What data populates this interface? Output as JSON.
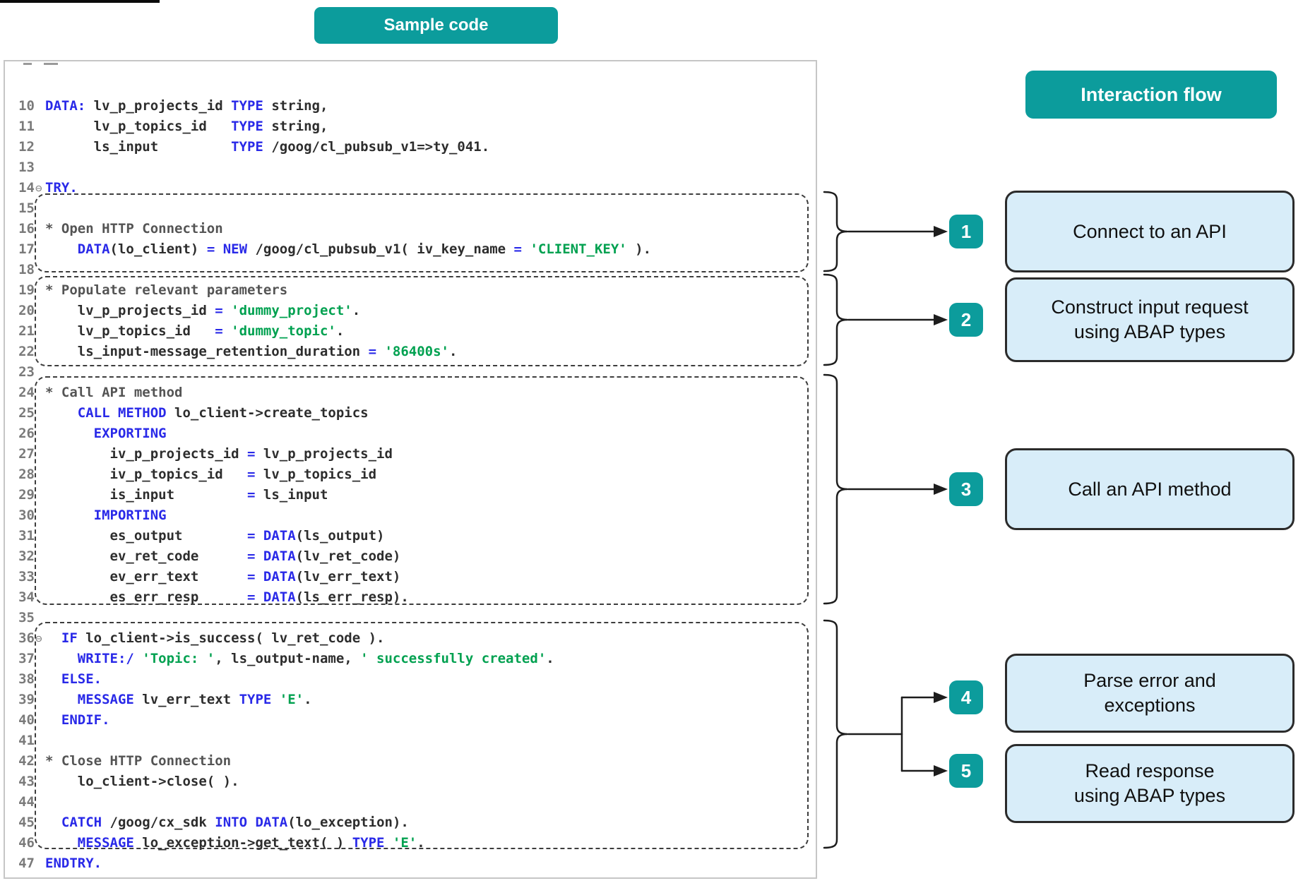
{
  "header": {
    "sample_code_label": "Sample code",
    "interaction_flow_label": "Interaction flow"
  },
  "colors": {
    "teal": "#0c9c9c",
    "flow_box_bg": "#d8edf9",
    "keyword": "#2929e8",
    "string": "#00a150",
    "comment": "#545454",
    "code": "#2d2d2d",
    "line_number": "#7a7a7a"
  },
  "code_editor": {
    "lines": [
      {
        "n": "10",
        "fold": false,
        "seg": [
          {
            "t": "DATA:",
            "c": "k"
          },
          {
            "t": " lv_p_projects_id ",
            "c": "n"
          },
          {
            "t": "TYPE",
            "c": "k"
          },
          {
            "t": " string,",
            "c": "n"
          }
        ]
      },
      {
        "n": "11",
        "fold": false,
        "seg": [
          {
            "t": "      lv_p_topics_id   ",
            "c": "n"
          },
          {
            "t": "TYPE",
            "c": "k"
          },
          {
            "t": " string,",
            "c": "n"
          }
        ]
      },
      {
        "n": "12",
        "fold": false,
        "seg": [
          {
            "t": "      ls_input         ",
            "c": "n"
          },
          {
            "t": "TYPE",
            "c": "k"
          },
          {
            "t": " /goog/cl_pubsub_v1=>ty_041.",
            "c": "n"
          }
        ]
      },
      {
        "n": "13",
        "fold": false,
        "seg": []
      },
      {
        "n": "14",
        "fold": true,
        "seg": [
          {
            "t": "TRY.",
            "c": "k"
          }
        ]
      },
      {
        "n": "15",
        "fold": false,
        "seg": []
      },
      {
        "n": "16",
        "fold": false,
        "seg": [
          {
            "t": "* Open HTTP Connection",
            "c": "c"
          }
        ]
      },
      {
        "n": "17",
        "fold": false,
        "seg": [
          {
            "t": "    ",
            "c": "n"
          },
          {
            "t": "DATA",
            "c": "k"
          },
          {
            "t": "(lo_client) ",
            "c": "n"
          },
          {
            "t": "=",
            "c": "k"
          },
          {
            "t": " ",
            "c": "n"
          },
          {
            "t": "NEW",
            "c": "k"
          },
          {
            "t": " /goog/cl_pubsub_v1( iv_key_name ",
            "c": "n"
          },
          {
            "t": "=",
            "c": "k"
          },
          {
            "t": " ",
            "c": "n"
          },
          {
            "t": "'CLIENT_KEY'",
            "c": "s"
          },
          {
            "t": " ).",
            "c": "n"
          }
        ]
      },
      {
        "n": "18",
        "fold": false,
        "seg": []
      },
      {
        "n": "19",
        "fold": false,
        "seg": [
          {
            "t": "* Populate relevant parameters",
            "c": "c"
          }
        ]
      },
      {
        "n": "20",
        "fold": false,
        "seg": [
          {
            "t": "    lv_p_projects_id ",
            "c": "n"
          },
          {
            "t": "=",
            "c": "k"
          },
          {
            "t": " ",
            "c": "n"
          },
          {
            "t": "'dummy_project'",
            "c": "s"
          },
          {
            "t": ".",
            "c": "n"
          }
        ]
      },
      {
        "n": "21",
        "fold": false,
        "seg": [
          {
            "t": "    lv_p_topics_id   ",
            "c": "n"
          },
          {
            "t": "=",
            "c": "k"
          },
          {
            "t": " ",
            "c": "n"
          },
          {
            "t": "'dummy_topic'",
            "c": "s"
          },
          {
            "t": ".",
            "c": "n"
          }
        ]
      },
      {
        "n": "22",
        "fold": false,
        "seg": [
          {
            "t": "    ls_input-message_retention_duration ",
            "c": "n"
          },
          {
            "t": "=",
            "c": "k"
          },
          {
            "t": " ",
            "c": "n"
          },
          {
            "t": "'86400s'",
            "c": "s"
          },
          {
            "t": ".",
            "c": "n"
          }
        ]
      },
      {
        "n": "23",
        "fold": false,
        "seg": []
      },
      {
        "n": "24",
        "fold": false,
        "seg": [
          {
            "t": "* Call API method",
            "c": "c"
          }
        ]
      },
      {
        "n": "25",
        "fold": false,
        "seg": [
          {
            "t": "    ",
            "c": "n"
          },
          {
            "t": "CALL METHOD",
            "c": "k"
          },
          {
            "t": " lo_client->create_topics",
            "c": "n"
          }
        ]
      },
      {
        "n": "26",
        "fold": false,
        "seg": [
          {
            "t": "      ",
            "c": "n"
          },
          {
            "t": "EXPORTING",
            "c": "k"
          }
        ]
      },
      {
        "n": "27",
        "fold": false,
        "seg": [
          {
            "t": "        iv_p_projects_id ",
            "c": "n"
          },
          {
            "t": "=",
            "c": "k"
          },
          {
            "t": " lv_p_projects_id",
            "c": "n"
          }
        ]
      },
      {
        "n": "28",
        "fold": false,
        "seg": [
          {
            "t": "        iv_p_topics_id   ",
            "c": "n"
          },
          {
            "t": "=",
            "c": "k"
          },
          {
            "t": " lv_p_topics_id",
            "c": "n"
          }
        ]
      },
      {
        "n": "29",
        "fold": false,
        "seg": [
          {
            "t": "        is_input         ",
            "c": "n"
          },
          {
            "t": "=",
            "c": "k"
          },
          {
            "t": " ls_input",
            "c": "n"
          }
        ]
      },
      {
        "n": "30",
        "fold": false,
        "seg": [
          {
            "t": "      ",
            "c": "n"
          },
          {
            "t": "IMPORTING",
            "c": "k"
          }
        ]
      },
      {
        "n": "31",
        "fold": false,
        "seg": [
          {
            "t": "        es_output        ",
            "c": "n"
          },
          {
            "t": "=",
            "c": "k"
          },
          {
            "t": " ",
            "c": "n"
          },
          {
            "t": "DATA",
            "c": "k"
          },
          {
            "t": "(ls_output)",
            "c": "n"
          }
        ]
      },
      {
        "n": "32",
        "fold": false,
        "seg": [
          {
            "t": "        ev_ret_code      ",
            "c": "n"
          },
          {
            "t": "=",
            "c": "k"
          },
          {
            "t": " ",
            "c": "n"
          },
          {
            "t": "DATA",
            "c": "k"
          },
          {
            "t": "(lv_ret_code)",
            "c": "n"
          }
        ]
      },
      {
        "n": "33",
        "fold": false,
        "seg": [
          {
            "t": "        ev_err_text      ",
            "c": "n"
          },
          {
            "t": "=",
            "c": "k"
          },
          {
            "t": " ",
            "c": "n"
          },
          {
            "t": "DATA",
            "c": "k"
          },
          {
            "t": "(lv_err_text)",
            "c": "n"
          }
        ]
      },
      {
        "n": "34",
        "fold": false,
        "seg": [
          {
            "t": "        es_err_resp      ",
            "c": "n"
          },
          {
            "t": "=",
            "c": "k"
          },
          {
            "t": " ",
            "c": "n"
          },
          {
            "t": "DATA",
            "c": "k"
          },
          {
            "t": "(ls_err_resp).",
            "c": "n"
          }
        ]
      },
      {
        "n": "35",
        "fold": false,
        "seg": []
      },
      {
        "n": "36",
        "fold": true,
        "seg": [
          {
            "t": "  ",
            "c": "n"
          },
          {
            "t": "IF",
            "c": "k"
          },
          {
            "t": " lo_client->is_success( lv_ret_code ).",
            "c": "n"
          }
        ]
      },
      {
        "n": "37",
        "fold": false,
        "seg": [
          {
            "t": "    ",
            "c": "n"
          },
          {
            "t": "WRITE:/",
            "c": "k"
          },
          {
            "t": " ",
            "c": "n"
          },
          {
            "t": "'Topic: '",
            "c": "s"
          },
          {
            "t": ", ls_output-name, ",
            "c": "n"
          },
          {
            "t": "' successfully created'",
            "c": "s"
          },
          {
            "t": ".",
            "c": "n"
          }
        ]
      },
      {
        "n": "38",
        "fold": false,
        "seg": [
          {
            "t": "  ",
            "c": "n"
          },
          {
            "t": "ELSE.",
            "c": "k"
          }
        ]
      },
      {
        "n": "39",
        "fold": false,
        "seg": [
          {
            "t": "    ",
            "c": "n"
          },
          {
            "t": "MESSAGE",
            "c": "k"
          },
          {
            "t": " lv_err_text ",
            "c": "n"
          },
          {
            "t": "TYPE",
            "c": "k"
          },
          {
            "t": " ",
            "c": "n"
          },
          {
            "t": "'E'",
            "c": "s"
          },
          {
            "t": ".",
            "c": "n"
          }
        ]
      },
      {
        "n": "40",
        "fold": false,
        "seg": [
          {
            "t": "  ",
            "c": "n"
          },
          {
            "t": "ENDIF.",
            "c": "k"
          }
        ]
      },
      {
        "n": "41",
        "fold": false,
        "seg": []
      },
      {
        "n": "42",
        "fold": false,
        "seg": [
          {
            "t": "* Close HTTP Connection",
            "c": "c"
          }
        ]
      },
      {
        "n": "43",
        "fold": false,
        "seg": [
          {
            "t": "    lo_client->close( ).",
            "c": "n"
          }
        ]
      },
      {
        "n": "44",
        "fold": false,
        "seg": []
      },
      {
        "n": "45",
        "fold": false,
        "seg": [
          {
            "t": "  ",
            "c": "n"
          },
          {
            "t": "CATCH",
            "c": "k"
          },
          {
            "t": " /goog/cx_sdk ",
            "c": "n"
          },
          {
            "t": "INTO",
            "c": "k"
          },
          {
            "t": " ",
            "c": "n"
          },
          {
            "t": "DATA",
            "c": "k"
          },
          {
            "t": "(lo_exception).",
            "c": "n"
          }
        ]
      },
      {
        "n": "46",
        "fold": false,
        "seg": [
          {
            "t": "    ",
            "c": "n"
          },
          {
            "t": "MESSAGE",
            "c": "k"
          },
          {
            "t": " lo_exception->get_text( ) ",
            "c": "n"
          },
          {
            "t": "TYPE",
            "c": "k"
          },
          {
            "t": " ",
            "c": "n"
          },
          {
            "t": "'E'",
            "c": "s"
          },
          {
            "t": ".",
            "c": "n"
          }
        ]
      },
      {
        "n": "47",
        "fold": false,
        "seg": [
          {
            "t": "ENDTRY.",
            "c": "k"
          }
        ]
      }
    ]
  },
  "flow": {
    "steps": [
      {
        "num": "1",
        "label": "Connect to an API"
      },
      {
        "num": "2",
        "label": "Construct input request\nusing ABAP types"
      },
      {
        "num": "3",
        "label": "Call an API method"
      },
      {
        "num": "4",
        "label": "Parse error and\nexceptions"
      },
      {
        "num": "5",
        "label": "Read response\nusing ABAP types"
      }
    ]
  }
}
